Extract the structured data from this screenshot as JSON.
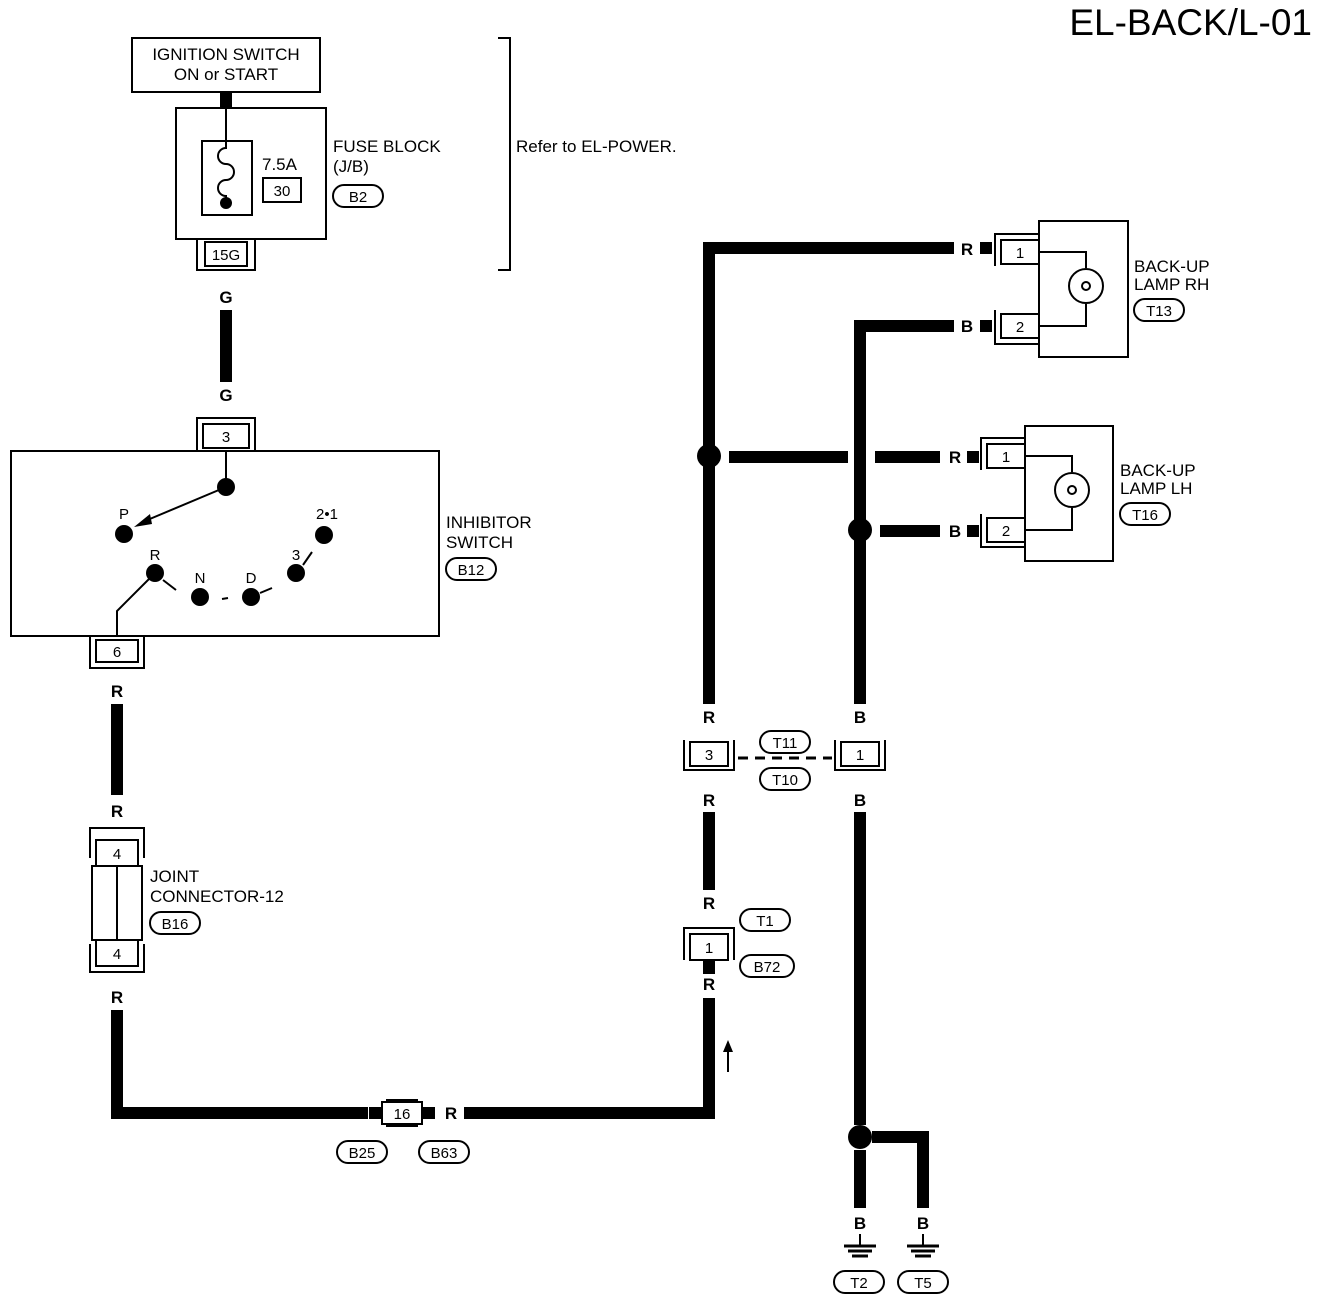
{
  "page_title": "EL-BACK/L-01",
  "ignition": {
    "line1": "IGNITION SWITCH",
    "line2": "ON or START"
  },
  "fuse_block": {
    "line1": "FUSE BLOCK",
    "line2": "(J/B)",
    "ref": "B2",
    "amps": "7.5A",
    "fuse_no": "30",
    "connector": "15G"
  },
  "refer_note": "Refer to EL-POWER.",
  "inhibitor": {
    "line1": "INHIBITOR",
    "line2": "SWITCH",
    "ref": "B12",
    "pin_in": "3",
    "pin_out": "6",
    "positions": {
      "p": "P",
      "r": "R",
      "n": "N",
      "d": "D",
      "three": "3",
      "two_one": "2•1"
    }
  },
  "joint": {
    "line1": "JOINT",
    "line2": "CONNECTOR-12",
    "ref": "B16",
    "pin_top": "4",
    "pin_bottom": "4"
  },
  "conn16": {
    "pin": "16",
    "ref_left": "B25",
    "ref_right": "B63"
  },
  "conn_t1": {
    "pin": "1",
    "ref_top": "T1",
    "ref_bottom": "B72"
  },
  "conn_t11": {
    "pin_left": "3",
    "pin_right": "1",
    "ref_top": "T11",
    "ref_bottom": "T10"
  },
  "lamp_rh": {
    "line1": "BACK-UP",
    "line2": "LAMP RH",
    "ref": "T13",
    "pin1": "1",
    "pin2": "2"
  },
  "lamp_lh": {
    "line1": "BACK-UP",
    "line2": "LAMP LH",
    "ref": "T16",
    "pin1": "1",
    "pin2": "2"
  },
  "grounds": {
    "left": "T2",
    "right": "T5"
  },
  "wire_colors": {
    "green": "G",
    "red": "R",
    "black": "B"
  }
}
